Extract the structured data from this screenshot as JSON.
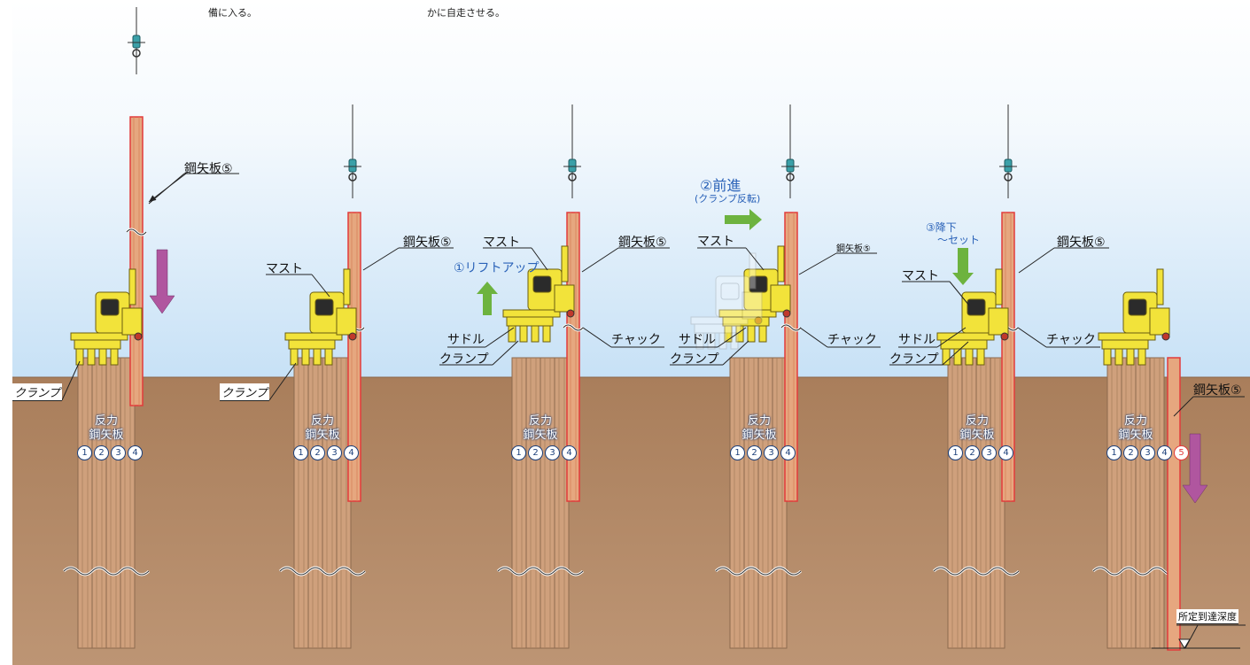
{
  "captions": [
    "備に入る。",
    "かに自走させる。"
  ],
  "labels": {
    "pile5": "鋼矢板⑤",
    "mast": "マスト",
    "saddle": "サドル",
    "clamp": "クランプ",
    "chuck": "チャック",
    "clamp_italic": "クランプ",
    "reaction_line1": "反力",
    "reaction_line2": "鋼矢板",
    "depth": "所定到達深度"
  },
  "pile_numbers": [
    "1",
    "2",
    "3",
    "4"
  ],
  "pile_number_5": "5",
  "steps": {
    "lift_up": "①リフトアップ",
    "advance": "②前進",
    "advance_sub": "(クランプ反転)",
    "lower": "③降下",
    "lower_sub": "～セット"
  },
  "colors": {
    "sky_top": "#ffffff",
    "sky_bottom": "#c9e3f7",
    "ground": "#b98e6c",
    "pile": "#e6a77f",
    "pile_outline": "#e23b3b",
    "reaction_pile": "#cfa07c",
    "machine": "#f2e33a",
    "down_arrow": "#b0569f",
    "green_arrow": "#6db33f",
    "label_blue": "#2a62b8"
  }
}
